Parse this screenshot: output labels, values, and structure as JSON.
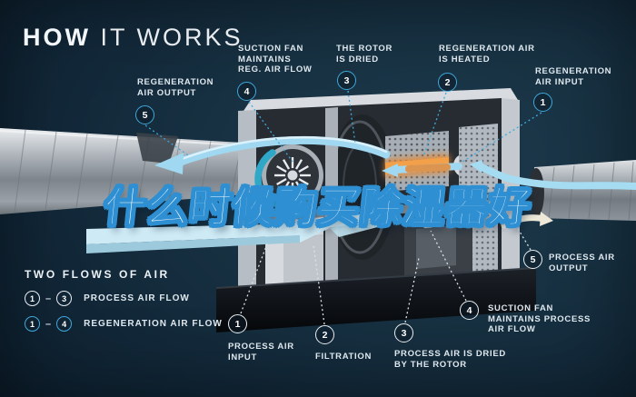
{
  "header": {
    "title_bold": "HOW",
    "title_light": " IT WORKS"
  },
  "overlay_title": "什么时候购买除湿器好",
  "legend": {
    "heading": "TWO FLOWS OF AIR",
    "dash": "–",
    "rows": [
      {
        "start": "1",
        "end": "3",
        "label": "PROCESS AIR FLOW"
      },
      {
        "start": "1",
        "end": "4",
        "label": "REGENERATION AIR FLOW"
      }
    ]
  },
  "top_callouts": [
    {
      "num": "5",
      "line1": "REGENERATION",
      "line2": "AIR OUTPUT",
      "line3": ""
    },
    {
      "num": "4",
      "line1": "SUCTION FAN",
      "line2": "MAINTAINS",
      "line3": "REG. AIR FLOW"
    },
    {
      "num": "3",
      "line1": "THE ROTOR",
      "line2": "IS DRIED",
      "line3": ""
    },
    {
      "num": "2",
      "line1": "REGENERATION AIR",
      "line2": "IS HEATED",
      "line3": ""
    },
    {
      "num": "1",
      "line1": "REGENERATION",
      "line2": "AIR INPUT",
      "line3": ""
    }
  ],
  "bottom_callouts": [
    {
      "num": "1",
      "line1": "PROCESS AIR",
      "line2": "INPUT",
      "line3": ""
    },
    {
      "num": "2",
      "line1": "FILTRATION",
      "line2": "",
      "line3": ""
    },
    {
      "num": "3",
      "line1": "PROCESS AIR IS DRIED",
      "line2": "BY THE ROTOR",
      "line3": ""
    },
    {
      "num": "4",
      "line1": "SUCTION FAN",
      "line2": "MAINTAINS PROCESS",
      "line3": "AIR FLOW"
    },
    {
      "num": "5",
      "line1": "PROCESS AIR",
      "line2": "OUTPUT",
      "line3": ""
    }
  ],
  "colors": {
    "background": "#14293A",
    "accent_blue": "#3FA9DC",
    "label_text": "#E3EAF0",
    "overlay_fill": "#FFFFFF",
    "overlay_outline": "#2E8FD2",
    "heater_orange": "#E68A35",
    "arrow_blue": "#A6DCF2"
  }
}
